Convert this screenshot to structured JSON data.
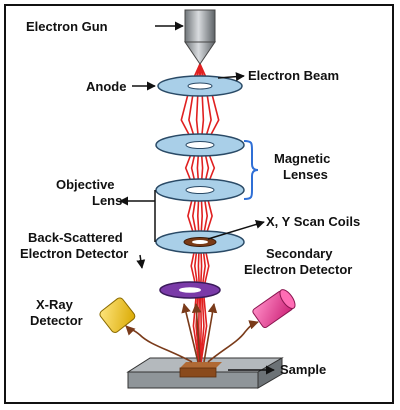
{
  "labels": {
    "electron_gun": "Electron Gun",
    "anode": "Anode",
    "electron_beam": "Electron Beam",
    "magnetic_lenses_1": "Magnetic",
    "magnetic_lenses_2": "Lenses",
    "objective_lens_1": "Objective",
    "objective_lens_2": "Lens",
    "scan_coils": "X, Y Scan Coils",
    "bse_detector_1": "Back-Scattered",
    "bse_detector_2": "Electron Detector",
    "se_detector_1": "Secondary",
    "se_detector_2": "Electron Detector",
    "xray_detector_1": "X-Ray",
    "xray_detector_2": "Detector",
    "sample": "Sample"
  },
  "colors": {
    "beam": "#e02020",
    "lens": "#a9cfe8",
    "lens_edge": "#2a4a66",
    "bse_ring": "#7a3aa8",
    "xray_detector": "#f2c200",
    "se_detector": "#e8338a",
    "sample_stage": "#8f9599",
    "sample": "#8a4a1c",
    "signal_arrows": "#7a3b1a",
    "brace": "#2f6fd6"
  }
}
